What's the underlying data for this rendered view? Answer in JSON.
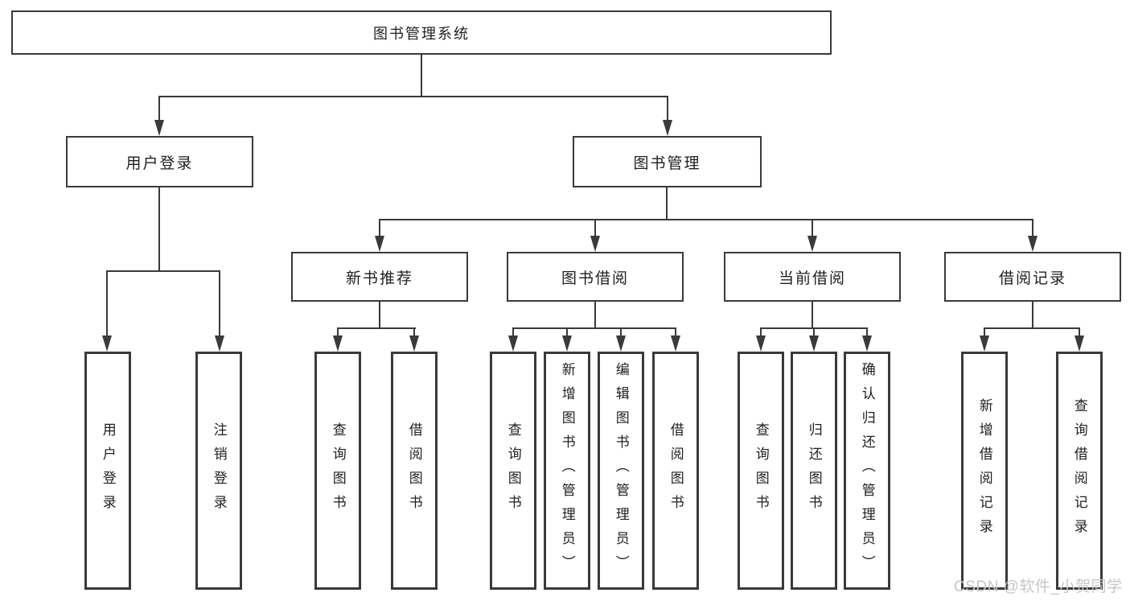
{
  "colors": {
    "background": "#ffffff",
    "line": "#3a3a3a",
    "box_border": "#3a3a3a",
    "text": "#1f1f1f",
    "watermark": "#c6c6c6"
  },
  "tree": {
    "root": {
      "label": "图书管理系统"
    },
    "branches": [
      {
        "label": "用户登录",
        "children": [
          {
            "label": "用户登录"
          },
          {
            "label": "注销登录"
          }
        ]
      },
      {
        "label": "图书管理",
        "children": [
          {
            "label": "新书推荐",
            "children": [
              {
                "label": "查询图书"
              },
              {
                "label": "借阅图书"
              }
            ]
          },
          {
            "label": "图书借阅",
            "children": [
              {
                "label": "查询图书"
              },
              {
                "label": "新增图书（管理员）"
              },
              {
                "label": "编辑图书（管理员）"
              },
              {
                "label": "借阅图书"
              }
            ]
          },
          {
            "label": "当前借阅",
            "children": [
              {
                "label": "查询图书"
              },
              {
                "label": "归还图书"
              },
              {
                "label": "确认归还（管理员）"
              }
            ]
          },
          {
            "label": "借阅记录",
            "children": [
              {
                "label": "新增借阅记录"
              },
              {
                "label": "查询借阅记录"
              }
            ]
          }
        ]
      }
    ]
  },
  "watermark": {
    "text": "CSDN @软件_小贺同学"
  }
}
